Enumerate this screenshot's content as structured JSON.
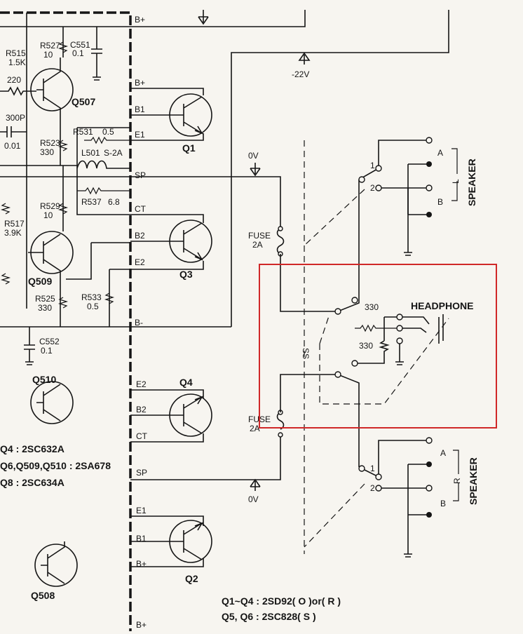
{
  "colors": {
    "ink": "#151515",
    "paper": "#f7f5f0",
    "highlight": "#d02828"
  },
  "bus_pins": {
    "upper": [
      "B+",
      "B+",
      "B1",
      "E1",
      "SP",
      "CT",
      "B2",
      "E2",
      "B-"
    ],
    "lower": [
      "E2",
      "B2",
      "CT",
      "SP",
      "E1",
      "B1",
      "B+",
      "B+"
    ]
  },
  "transistors": {
    "q507": "Q507",
    "q509": "Q509",
    "q510": "Q510",
    "q508": "Q508",
    "q1": "Q1",
    "q2": "Q2",
    "q3": "Q3",
    "q4": "Q4"
  },
  "components": {
    "r515": "R515",
    "r515_val": "1.5K",
    "r220": "220",
    "c300p": "300P",
    "c001": "0.01",
    "r527": "R527",
    "r527_val": "10",
    "c551": "C551",
    "c551_val": "0.1",
    "r523": "R523",
    "r523_val": "330",
    "r531": "R531",
    "r531_val": "0.5",
    "l501": "L501",
    "s2a": "S-2A",
    "r537": "R537",
    "r537_val": "6.8",
    "r529": "R529",
    "r529_val": "10",
    "r517": "R517",
    "r517_val": "3.9K",
    "r525": "R525",
    "r525_val": "330",
    "r533": "R533",
    "r533_val": "0.5",
    "c552": "C552",
    "c552_val": "0.1",
    "r330a": "330",
    "r330b": "330"
  },
  "labels": {
    "neg22v": "-22V",
    "ov_top": "0V",
    "ov_bottom": "0V",
    "fuse_top": "FUSE",
    "fuse_top_rating": "2A",
    "fuse_bottom": "FUSE",
    "fuse_bottom_rating": "2A",
    "headphone": "HEADPHONE",
    "switch_ss": "SS",
    "speaker_top": "SPEAKER",
    "speaker_top_ch": "L",
    "speaker_bottom": "SPEAKER",
    "speaker_bottom_ch": "R",
    "a_top": "A",
    "b_top": "B",
    "a_bottom": "A",
    "b_bottom": "B",
    "sw1_top": "1",
    "sw2_top": "2",
    "sw1_bottom": "1",
    "sw2_bottom": "2"
  },
  "notes": {
    "left1": "Q4 : 2SC632A",
    "left2": "Q6,Q509,Q510 : 2SA678",
    "left3": "Q8 : 2SC634A",
    "right1": "Q1~Q4 : 2SD92( O )or( R )",
    "right2": "Q5, Q6 : 2SC828( S )"
  }
}
